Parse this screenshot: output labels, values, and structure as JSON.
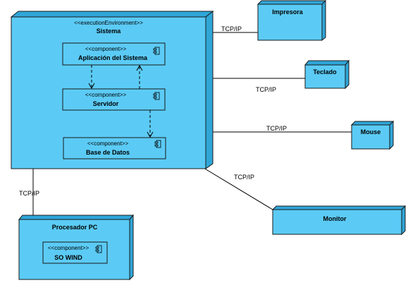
{
  "colors": {
    "node_fill": "#5bcbf5",
    "node_side": "#2fa6d8",
    "node_stroke": "#1a1a1a",
    "component_fill": "#5bcbf5",
    "line": "#000000"
  },
  "sistema": {
    "stereotype": "<<executionEnvironment>>",
    "name": "Sistema"
  },
  "components": {
    "aplicacion": {
      "stereotype": "<<component>>",
      "name": "Aplicación del Sistema"
    },
    "servidor": {
      "stereotype": "<<component>>",
      "name": "Servidor"
    },
    "base_datos": {
      "stereotype": "<<component>>",
      "name": "Base de Datos"
    },
    "so_wind": {
      "stereotype": "<<component>>",
      "name": "SO WIND"
    }
  },
  "devices": {
    "impresora": "Impresora",
    "teclado": "Teclado",
    "mouse": "Mouse",
    "monitor": "Monitor",
    "procesador": "Procesador PC"
  },
  "connections": {
    "impresora": "TCP/IP",
    "teclado": "TCP/IP",
    "mouse": "TCP/IP",
    "monitor": "TCP/IP",
    "procesador": "TCP/IP"
  }
}
